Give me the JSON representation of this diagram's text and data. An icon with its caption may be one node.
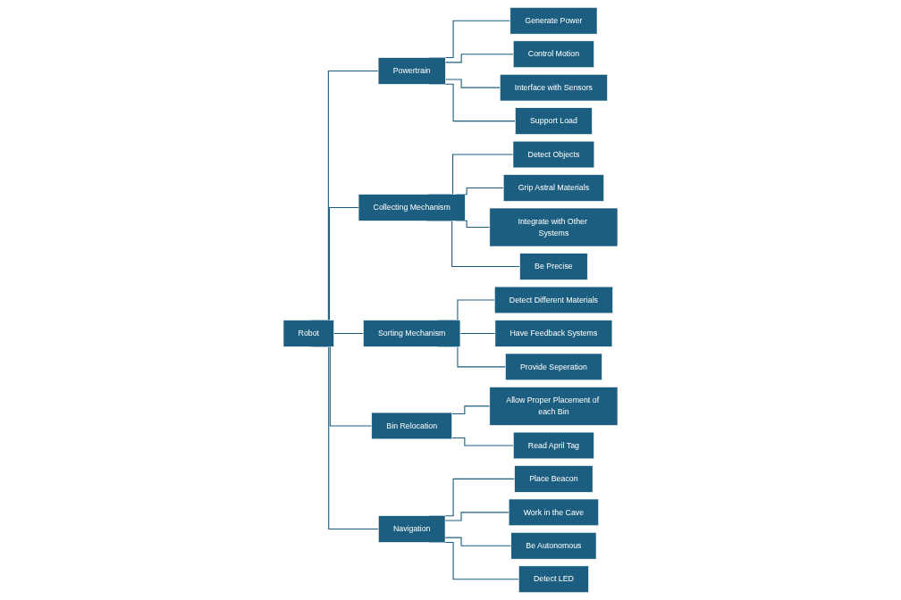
{
  "diagram": {
    "nodes": [
      {
        "text": [
          "Robot"
        ]
      },
      {
        "text": [
          "Powertrain"
        ]
      },
      {
        "text": [
          "Collecting Mechanism"
        ]
      },
      {
        "text": [
          "Sorting Mechanism"
        ]
      },
      {
        "text": [
          "Bin Relocation"
        ]
      },
      {
        "text": [
          "Navigation"
        ]
      },
      {
        "text": [
          "Generate Power"
        ]
      },
      {
        "text": [
          "Control Motion"
        ]
      },
      {
        "text": [
          "Interface with Sensors"
        ]
      },
      {
        "text": [
          "Support Load"
        ]
      },
      {
        "text": [
          "Detect Objects"
        ]
      },
      {
        "text": [
          "Grip Astral Materials"
        ]
      },
      {
        "text": [
          "Integrate with Other Systems"
        ]
      },
      {
        "text": [
          "Be Precise"
        ]
      },
      {
        "text": [
          "Detect Different Materials"
        ]
      },
      {
        "text": [
          "Have Feedback Systems"
        ]
      },
      {
        "text": [
          "Provide Seperation"
        ]
      },
      {
        "text": [
          "Allow Proper Placement of each Bin"
        ]
      },
      {
        "text": [
          "Read April Tag"
        ]
      },
      {
        "text": [
          "Place Beacon"
        ]
      },
      {
        "text": [
          "Work in the Cave"
        ]
      },
      {
        "text": [
          "Be Autonomous"
        ]
      },
      {
        "text": [
          "Detect LED"
        ]
      }
    ],
    "edges": [
      {
        "from": 0,
        "to": 1,
        "arrow": "none"
      },
      {
        "from": 0,
        "to": 2,
        "arrow": "none"
      },
      {
        "from": 0,
        "to": 3,
        "arrow": "none"
      },
      {
        "from": 0,
        "to": 4,
        "arrow": "none"
      },
      {
        "from": 0,
        "to": 5,
        "arrow": "none"
      },
      {
        "from": 1,
        "to": 6,
        "arrow": "none"
      },
      {
        "from": 1,
        "to": 7,
        "arrow": "none"
      },
      {
        "from": 1,
        "to": 8,
        "arrow": "none"
      },
      {
        "from": 1,
        "to": 9,
        "arrow": "none"
      },
      {
        "from": 2,
        "to": 10,
        "arrow": "none"
      },
      {
        "from": 2,
        "to": 11,
        "arrow": "none"
      },
      {
        "from": 2,
        "to": 12,
        "arrow": "none"
      },
      {
        "from": 2,
        "to": 13,
        "arrow": "none"
      },
      {
        "from": 3,
        "to": 14,
        "arrow": "none"
      },
      {
        "from": 3,
        "to": 15,
        "arrow": "none"
      },
      {
        "from": 3,
        "to": 16,
        "arrow": "none"
      },
      {
        "from": 4,
        "to": 17,
        "arrow": "none"
      },
      {
        "from": 4,
        "to": 18,
        "arrow": "none"
      },
      {
        "from": 5,
        "to": 19,
        "arrow": "none"
      },
      {
        "from": 5,
        "to": 20,
        "arrow": "none"
      },
      {
        "from": 5,
        "to": 21,
        "arrow": "none"
      },
      {
        "from": 5,
        "to": 22,
        "arrow": "none"
      }
    ]
  }
}
